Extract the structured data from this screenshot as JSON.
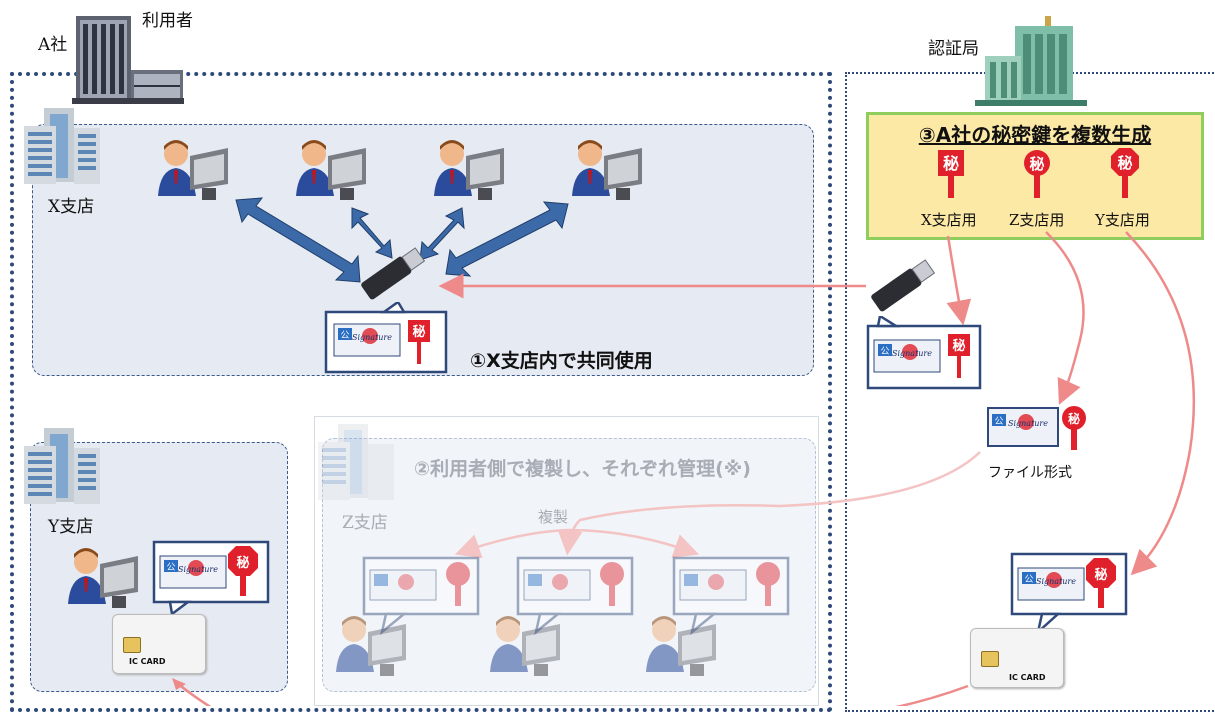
{
  "company_label": "A社",
  "user_label": "利用者",
  "ca_label": "認証局",
  "branch_x": "X支店",
  "branch_y": "Y支店",
  "branch_z": "Z支店",
  "option1": "①X支店内で共同使用",
  "option2": "②利用者側で複製し、それぞれ管理(※)",
  "option3": "③A社の秘密鍵を複数生成",
  "key_x": "X支店用",
  "key_z": "Z支店用",
  "key_y": "Y支店用",
  "file_format": "ファイル形式",
  "copy_label": "複製",
  "ic_card": "IC CARD",
  "secret_char": "秘",
  "public_char": "公",
  "signature_text": "Signature",
  "colors": {
    "arrow_blue": "#3c6aa8",
    "arrow_red": "#ef8a8a",
    "secret_red": "#e0202a",
    "ca_fill": "#fde9a6",
    "ca_border": "#8fcd5c"
  }
}
